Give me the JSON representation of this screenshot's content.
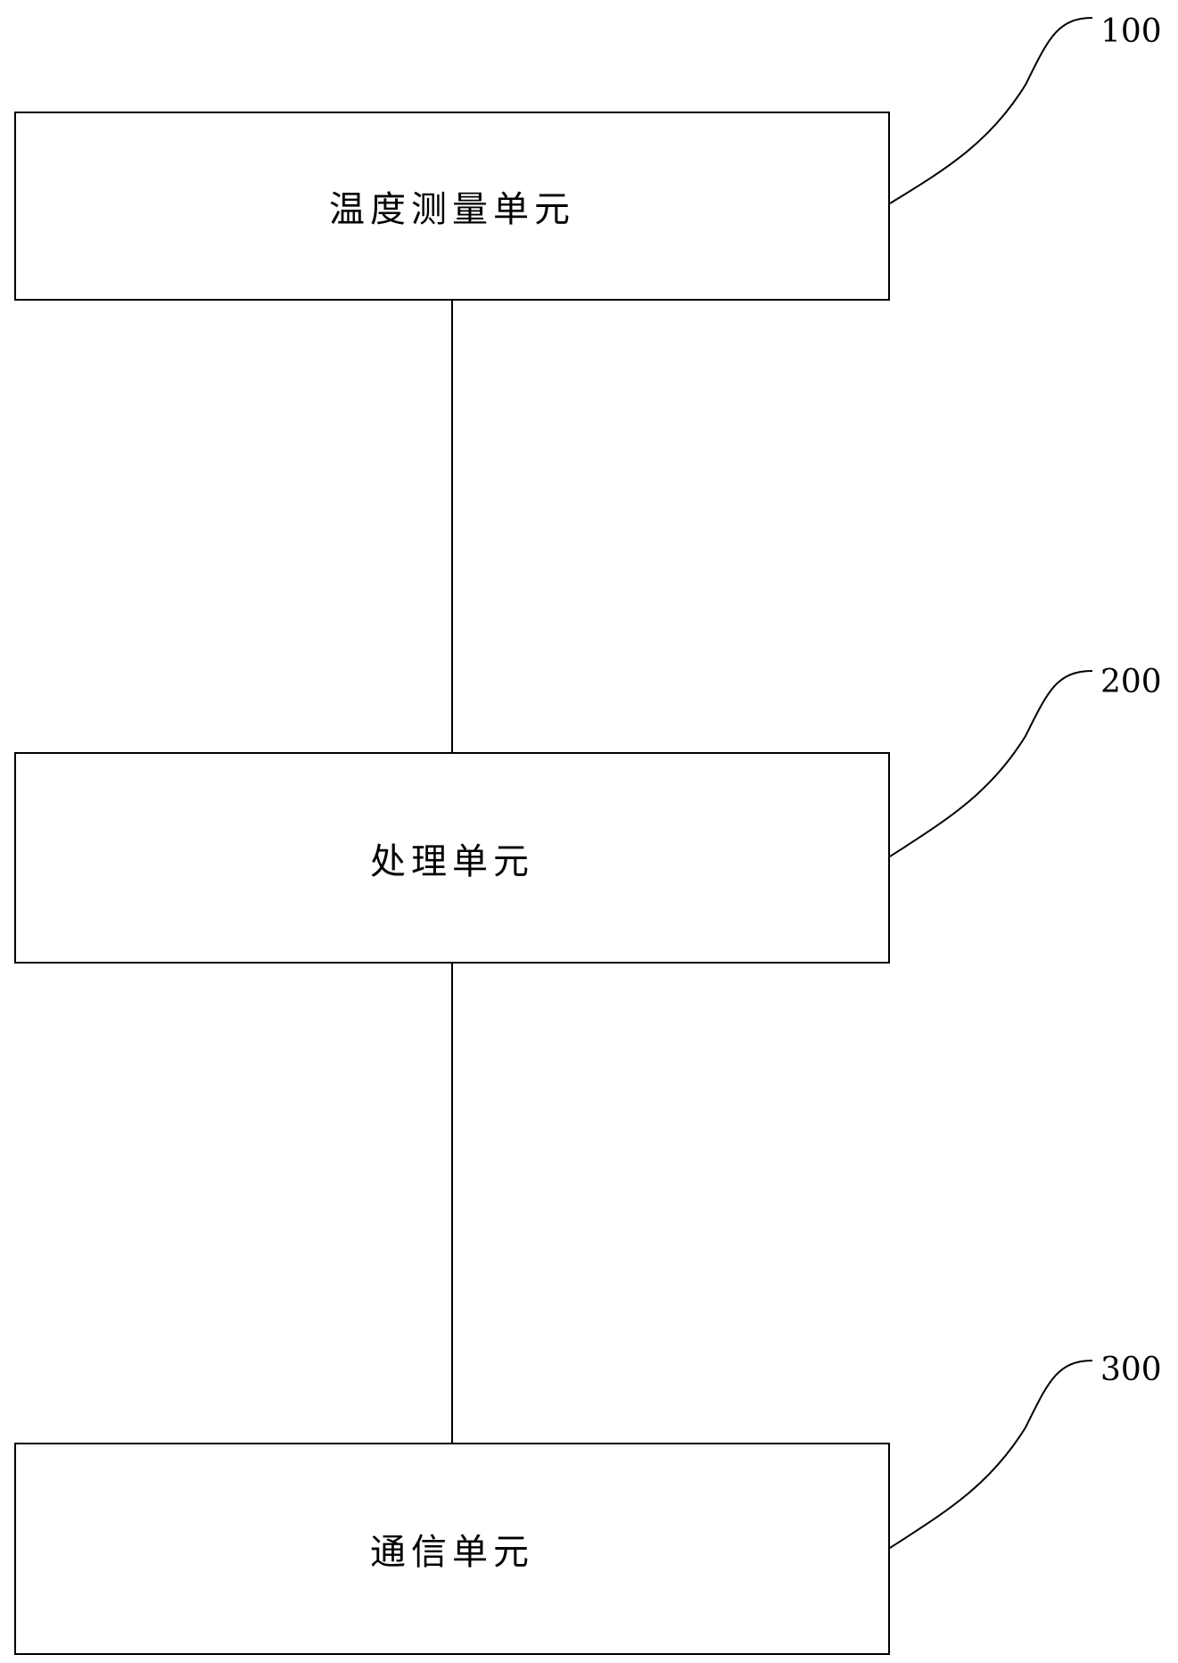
{
  "units": [
    {
      "ref": "100",
      "label": "温度测量单元"
    },
    {
      "ref": "200",
      "label": "处理单元"
    },
    {
      "ref": "300",
      "label": "通信单元"
    }
  ],
  "colors": {
    "stroke": "#000000",
    "background": "#ffffff"
  }
}
